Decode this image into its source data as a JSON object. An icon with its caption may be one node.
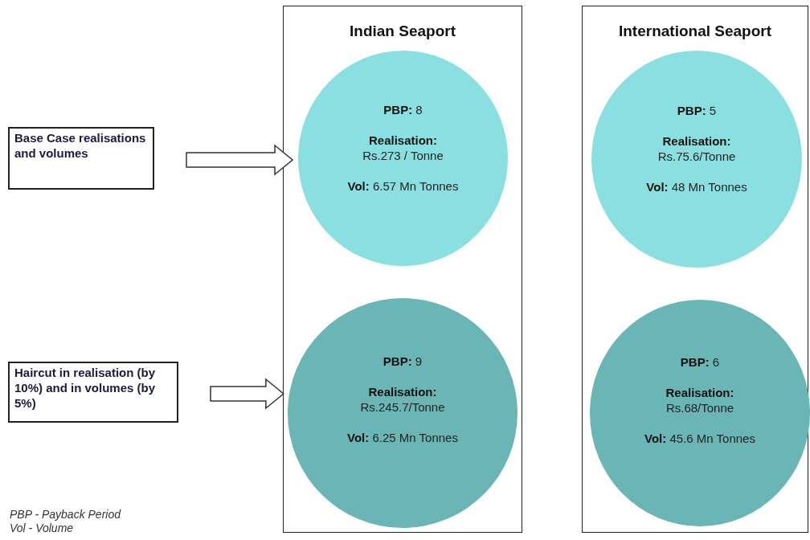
{
  "diagram": {
    "nodes": [
      {
        "text": [
          "Base Case realisations and volumes"
        ]
      },
      {
        "text": [
          "Haircut in realisation (by 10%) and in volumes (by 5%)"
        ]
      },
      {
        "text": [
          "Indian Seaport"
        ]
      },
      {
        "text": [
          "**PBP:** 8",
          "**Realisation:** Rs.273 / Tonne",
          "**Vol:** 6.57 Mn Tonnes"
        ],
        "in": 2
      },
      {
        "text": [
          "**PBP:** 9",
          "**Realisation:** Rs.245.7/Tonne",
          "**Vol:** 6.25 Mn Tonnes"
        ],
        "in": 2
      },
      {
        "text": [
          "International Seaport"
        ]
      },
      {
        "text": [
          "**PBP:** 5",
          "**Realisation:** Rs.75.6/Tonne",
          "**Vol:** 48 Mn Tonnes"
        ],
        "in": 5
      },
      {
        "text": [
          "**PBP:** 6",
          "**Realisation:** Rs.68/Tonne",
          "**Vol:** 45.6 Mn Tonnes"
        ],
        "in": 5
      }
    ],
    "edges": [
      {
        "from": 0,
        "to": 3,
        "arrow": "to"
      },
      {
        "from": 1,
        "to": 4,
        "arrow": "to"
      }
    ],
    "labels": [
      "PBP - Payback Period",
      "Vol - Volume"
    ]
  }
}
